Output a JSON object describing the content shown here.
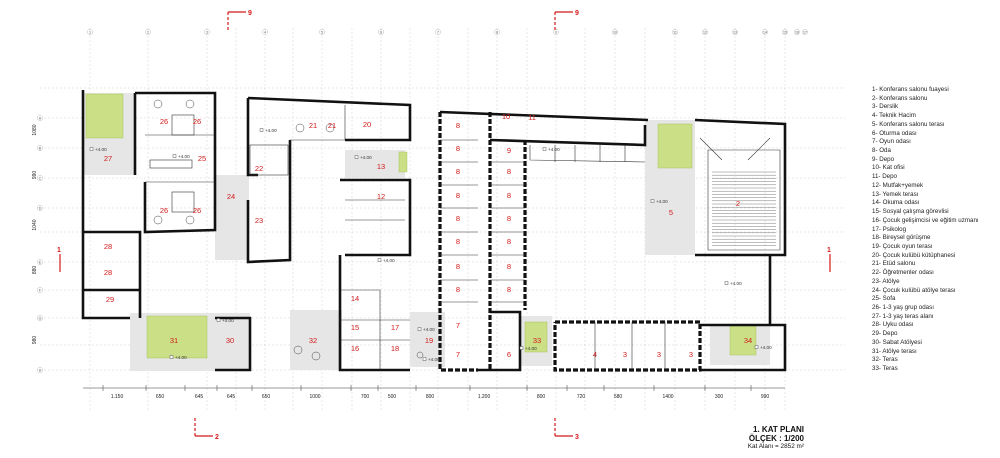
{
  "legend": [
    "1-  Konferans salonu fuayesi",
    "2-  Konferans salonu",
    "3-  Derslik",
    "4-  Teknik Hacim",
    "5-  Konferans salonu terası",
    "6-  Oturma odası",
    "7-  Oyun odası",
    "8-  Oda",
    "9-  Depo",
    "10- Kat ofisi",
    "11- Depo",
    "12- Mutfak+yemek",
    "13- Yemek terası",
    "14- Okuma odası",
    "15- Sosyal çalışma görevlisi",
    "16- Çocuk gelişimcisi ve eğitim uzmanı",
    "17- Psikolog",
    "18- Bireysel görüşme",
    "19- Çocuk oyun terası",
    "20- Çocuk kulübü kütüphanesi",
    "21- Etüd salonu",
    "22- Öğretmenler odası",
    "23- Atölye",
    "24- Çocuk kulübü atölye terası",
    "25- Sofa",
    "26- 1-3 yaş grup odası",
    "27- 1-3 yaş teras alanı",
    "28- Uyku odası",
    "29- Depo",
    "30- Sabat Atölyesi",
    "31- Atölye terası",
    "32- Teras",
    "33- Teras"
  ],
  "title": {
    "name": "1. KAT PLANI",
    "scale": "ÖLÇEK : 1/200",
    "area": "Kat Alanı = 2852 m²"
  },
  "section_markers": [
    "9",
    "9",
    "2",
    "3",
    "1",
    "1"
  ],
  "level_label": "+4.00",
  "rooms": [
    {
      "id": "26a",
      "label": "26"
    },
    {
      "id": "26b",
      "label": "26"
    },
    {
      "id": "26c",
      "label": "26"
    },
    {
      "id": "26d",
      "label": "26"
    },
    {
      "id": "27",
      "label": "27"
    },
    {
      "id": "25",
      "label": "25"
    },
    {
      "id": "24",
      "label": "24"
    },
    {
      "id": "28a",
      "label": "28"
    },
    {
      "id": "28b",
      "label": "28"
    },
    {
      "id": "29",
      "label": "29"
    },
    {
      "id": "31",
      "label": "31"
    },
    {
      "id": "30",
      "label": "30"
    },
    {
      "id": "21a",
      "label": "21"
    },
    {
      "id": "21b",
      "label": "21"
    },
    {
      "id": "20",
      "label": "20"
    },
    {
      "id": "22",
      "label": "22"
    },
    {
      "id": "23",
      "label": "23"
    },
    {
      "id": "13",
      "label": "13"
    },
    {
      "id": "12",
      "label": "12"
    },
    {
      "id": "14",
      "label": "14"
    },
    {
      "id": "15",
      "label": "15"
    },
    {
      "id": "16",
      "label": "16"
    },
    {
      "id": "17",
      "label": "17"
    },
    {
      "id": "18",
      "label": "18"
    },
    {
      "id": "32",
      "label": "32"
    },
    {
      "id": "19",
      "label": "19"
    },
    {
      "id": "8a",
      "label": "8"
    },
    {
      "id": "8b",
      "label": "8"
    },
    {
      "id": "8c",
      "label": "8"
    },
    {
      "id": "8d",
      "label": "8"
    },
    {
      "id": "8e",
      "label": "8"
    },
    {
      "id": "8f",
      "label": "8"
    },
    {
      "id": "8g",
      "label": "8"
    },
    {
      "id": "8h",
      "label": "8"
    },
    {
      "id": "8i",
      "label": "8"
    },
    {
      "id": "8j",
      "label": "8"
    },
    {
      "id": "8k",
      "label": "8"
    },
    {
      "id": "8l",
      "label": "8"
    },
    {
      "id": "8m",
      "label": "8"
    },
    {
      "id": "8n",
      "label": "8"
    },
    {
      "id": "9",
      "label": "9"
    },
    {
      "id": "10",
      "label": "10"
    },
    {
      "id": "11",
      "label": "11"
    },
    {
      "id": "7a",
      "label": "7"
    },
    {
      "id": "7b",
      "label": "7"
    },
    {
      "id": "6",
      "label": "6"
    },
    {
      "id": "33",
      "label": "33"
    },
    {
      "id": "4",
      "label": "4"
    },
    {
      "id": "3a",
      "label": "3"
    },
    {
      "id": "3b",
      "label": "3"
    },
    {
      "id": "3c",
      "label": "3"
    },
    {
      "id": "34",
      "label": "34"
    },
    {
      "id": "5",
      "label": "5"
    },
    {
      "id": "2",
      "label": "2"
    }
  ],
  "dimensions": [
    "1.150",
    "650",
    "645",
    "645",
    "650",
    "1000",
    "700",
    "500",
    "800",
    "1.200",
    "800",
    "720",
    "580",
    "1400",
    "300",
    "990"
  ],
  "left_dimensions": [
    "1080",
    "990",
    "1040",
    "880",
    "980"
  ],
  "axis_labels": [
    "1",
    "2",
    "3",
    "4",
    "5",
    "6",
    "7",
    "8",
    "9",
    "10",
    "11",
    "12",
    "13",
    "14",
    "15",
    "16",
    "17"
  ],
  "row_labels": [
    "A",
    "B",
    "C",
    "D",
    "E",
    "F",
    "G",
    "H"
  ]
}
